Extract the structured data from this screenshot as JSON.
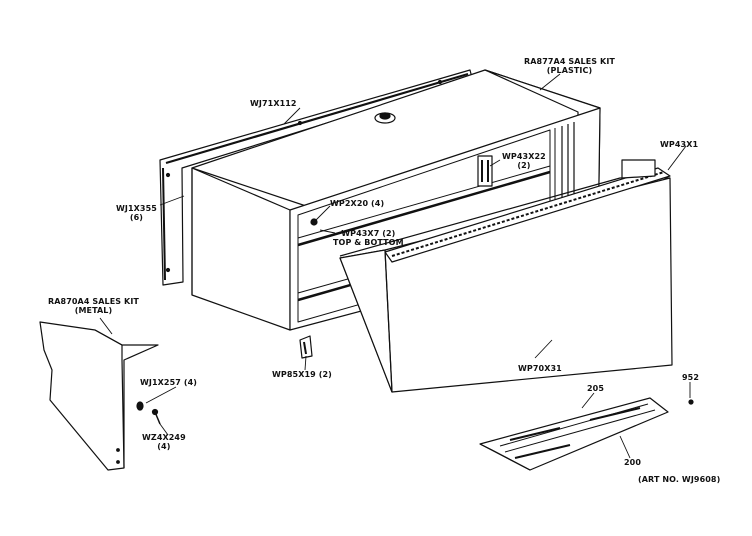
{
  "labels": {
    "wj71x112": "WJ71X112",
    "ra877a4_l1": "RA877A4 SALES KIT",
    "ra877a4_l2": "(PLASTIC)",
    "wp43x1": "WP43X1",
    "wp43x22_l1": "WP43X22",
    "wp43x22_l2": "(2)",
    "wj1x355_l1": "WJ1X355",
    "wj1x355_l2": "(6)",
    "wp2x20": "WP2X20 (4)",
    "wp43x7_l1": "WP43X7 (2)",
    "wp43x7_l2": "TOP & BOTTOM",
    "ra870a4_l1": "RA870A4 SALES KIT",
    "ra870a4_l2": "(METAL)",
    "wp85x19": "WP85X19 (2)",
    "wp70x31": "WP70X31",
    "wj1x257": "WJ1X257 (4)",
    "wz4x249_l1": "WZ4X249",
    "wz4x249_l2": "(4)",
    "n952": "952",
    "n205": "205",
    "n200": "200",
    "art_no": "(ART NO. WJ9608)"
  },
  "colors": {
    "ink": "#111111",
    "paper": "#ffffff"
  }
}
